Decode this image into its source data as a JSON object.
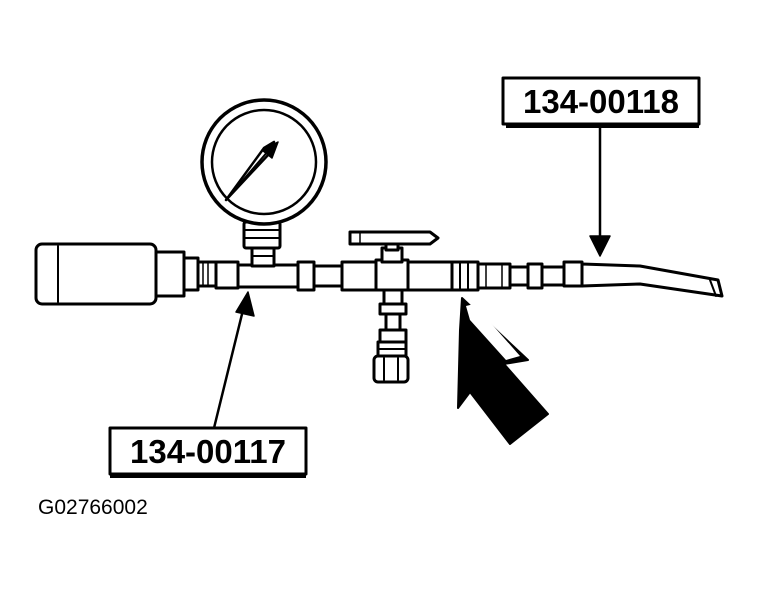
{
  "diagram": {
    "callouts": [
      {
        "id": "upper",
        "label": "134-00118"
      },
      {
        "id": "lower",
        "label": "134-00117"
      }
    ],
    "figure_id": "G02766002"
  },
  "colors": {
    "ink": "#000000",
    "paper": "#ffffff"
  }
}
